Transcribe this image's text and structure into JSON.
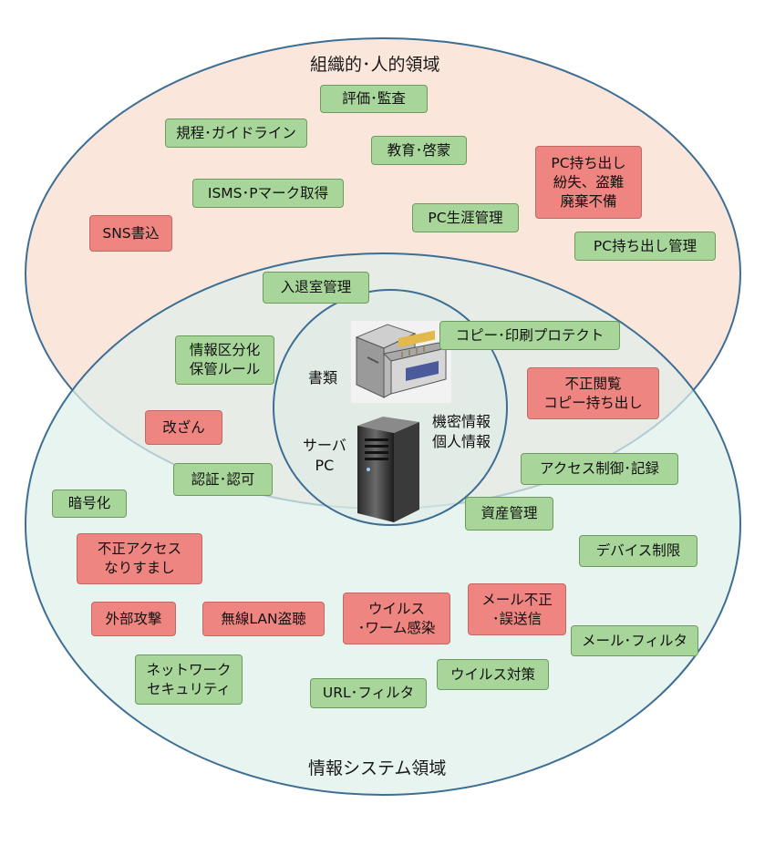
{
  "regions": {
    "org": "組織的･人的領域",
    "system": "情報システム領域"
  },
  "core_labels": {
    "documents": "書類",
    "server_pc": "サーバ\nPC",
    "info": "機密情報\n個人情報"
  },
  "icons": {
    "file_cabinet": "file-cabinet-icon",
    "server_tower": "server-tower-icon"
  },
  "colors": {
    "measure_fill": "#a8d69a",
    "threat_fill": "#ef8580",
    "outer_ellipse_fill": "#fbe6dc",
    "lower_ellipse_fill": "#e4f3ee",
    "ellipse_stroke": "#3d6e94"
  },
  "items": {
    "eval_audit": "評価･監査",
    "rules_guidelines": "規程･ガイドライン",
    "education": "教育･啓蒙",
    "pc_takeout_threat": "PC持ち出し\n紛失、盗難\n廃棄不備",
    "isms": "ISMS･Pマーク取得",
    "pc_lifecycle": "PC生涯管理",
    "sns": "SNS書込",
    "pc_takeout_mgmt": "PC持ち出し管理",
    "entry_mgmt": "入退室管理",
    "copy_protect": "コピー･印刷プロテクト",
    "info_classification": "情報区分化\n保管ルール",
    "unauthorized_view": "不正閲覧\nコピー持ち出し",
    "tampering": "改ざん",
    "access_control": "アクセス制御･記録",
    "auth": "認証･認可",
    "encryption": "暗号化",
    "asset_mgmt": "資産管理",
    "unauth_access": "不正アクセス\nなりすまし",
    "device_limit": "デバイス制限",
    "external_attack": "外部攻撃",
    "wireless": "無線LAN盗聴",
    "virus_worm": "ウイルス\n･ワーム感染",
    "mail_misuse": "メール不正\n･誤送信",
    "mail_filter": "メール･フィルタ",
    "network_security": "ネットワーク\nセキュリティ",
    "url_filter": "URL･フィルタ",
    "antivirus": "ウイルス対策"
  }
}
